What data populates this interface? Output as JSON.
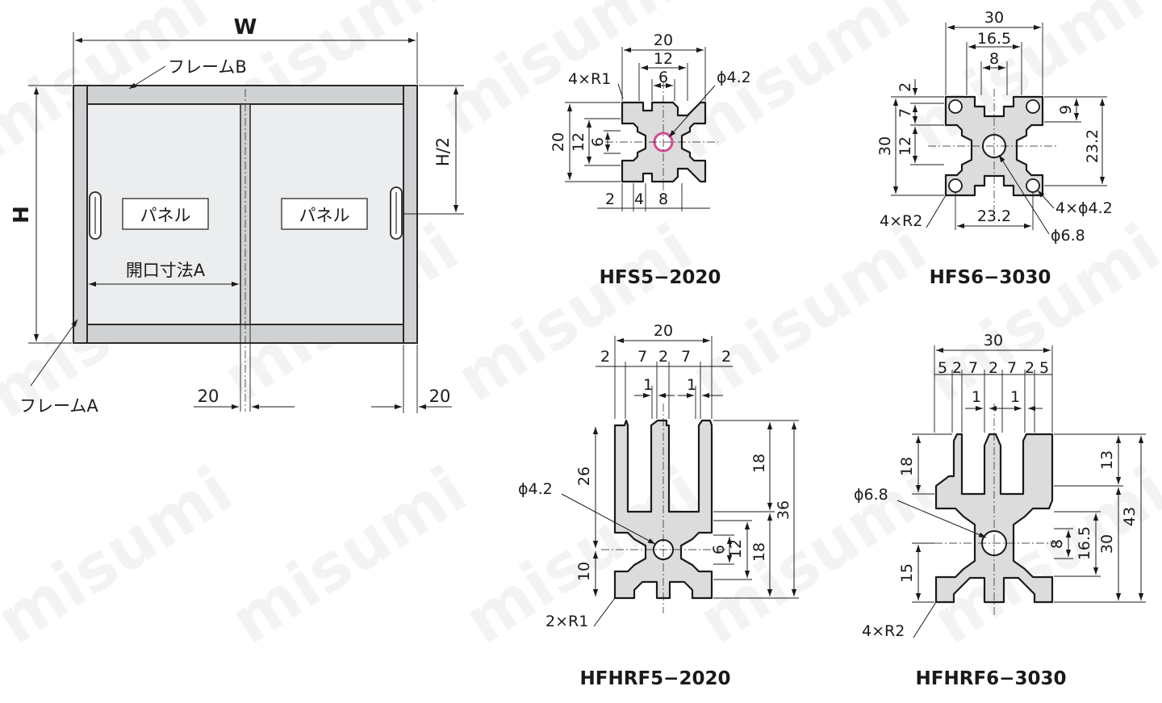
{
  "watermark": "misumi",
  "assembly": {
    "width_label": "W",
    "height_label": "H",
    "half_height_label": "H/2",
    "frame_b_label": "フレームB",
    "frame_a_label": "フレームA",
    "panel_left_label": "パネル",
    "panel_right_label": "パネル",
    "opening_label": "開口寸法A",
    "dim_center_gap": "20",
    "dim_right_frame": "20",
    "accent_color": "#1a9ad6"
  },
  "profiles": [
    {
      "caption": "HFS5−2020",
      "dims": {
        "w20": "20",
        "w12": "12",
        "w6": "6",
        "r": "4×R1",
        "hole": "ϕ4.2",
        "h20": "20",
        "h12": "12",
        "h6": "6",
        "b2": "2",
        "b4": "4",
        "b8": "8"
      }
    },
    {
      "caption": "HFS6−3030",
      "dims": {
        "w30": "30",
        "w165": "16.5",
        "w8": "8",
        "h2": "2",
        "h7": "7",
        "h30": "30",
        "h12": "12",
        "r9": "9",
        "r232": "23.2",
        "b232": "23.2",
        "r": "4×R2",
        "holes": "4×ϕ4.2",
        "hole": "ϕ6.8"
      }
    },
    {
      "caption": "HFHRF5−2020",
      "dims": {
        "w20": "20",
        "s2a": "2",
        "s7a": "7",
        "s2b": "2",
        "s7b": "7",
        "s2c": "2",
        "g1a": "1",
        "g1b": "1",
        "hole": "ϕ4.2",
        "h26": "26",
        "h10": "10",
        "r": "2×R1",
        "r18a": "18",
        "r36": "36",
        "r6": "6",
        "r12": "12",
        "r18b": "18"
      }
    },
    {
      "caption": "HFHRF6−3030",
      "dims": {
        "w30": "30",
        "s5a": "5",
        "s2a": "2",
        "s7a": "7",
        "s2b": "2",
        "s7b": "7",
        "s2c": "2",
        "s5b": "5",
        "g1a": "1",
        "g1b": "1",
        "hole": "ϕ6.8",
        "h18": "18",
        "h15": "15",
        "r": "4×R2",
        "r13": "13",
        "r8": "8",
        "r165": "16.5",
        "r30": "30",
        "r43": "43"
      }
    }
  ]
}
